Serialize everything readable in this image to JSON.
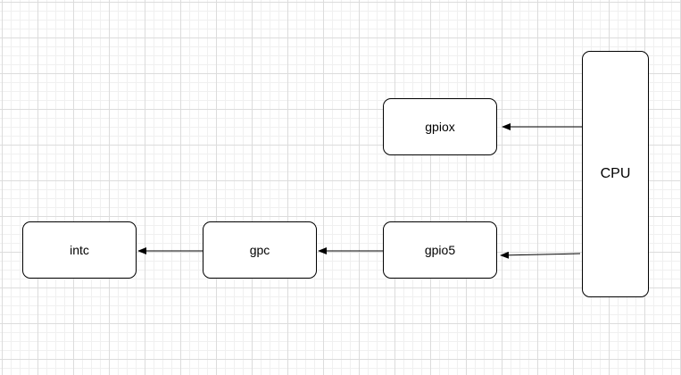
{
  "diagram": {
    "nodes": {
      "cpu": {
        "label": "CPU"
      },
      "gpiox": {
        "label": "gpiox"
      },
      "gpio5": {
        "label": "gpio5"
      },
      "gpc": {
        "label": "gpc"
      },
      "intc": {
        "label": "intc"
      }
    },
    "edges": [
      {
        "from": "cpu",
        "to": "gpiox"
      },
      {
        "from": "cpu",
        "to": "gpio5"
      },
      {
        "from": "gpio5",
        "to": "gpc"
      },
      {
        "from": "gpc",
        "to": "intc"
      }
    ],
    "colors": {
      "stroke": "#000000",
      "fill": "#ffffff",
      "grid_major": "#dcdcdc",
      "grid_minor": "#f0f0f0"
    }
  }
}
